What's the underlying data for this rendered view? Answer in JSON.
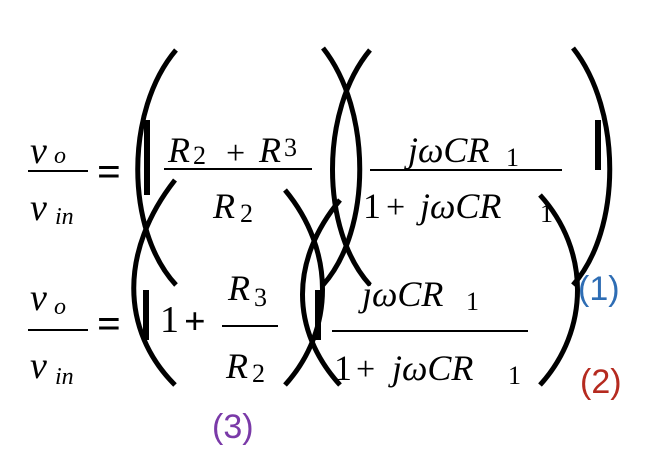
{
  "eq1": {
    "lhs_num_v": "v",
    "lhs_num_sub": "o",
    "lhs_den_v": "v",
    "lhs_den_sub": "in",
    "equals": "=",
    "f1_num_a": "R",
    "f1_num_a_sub": "2",
    "f1_num_plus": "+",
    "f1_num_b": "R",
    "f1_num_b_sub": "3",
    "f1_den": "R",
    "f1_den_sub": "2",
    "f2_num": "jωCR",
    "f2_num_sub": "1",
    "f2_den_one": "1",
    "f2_den_plus": "+",
    "f2_den_term": "jωCR",
    "f2_den_sub": "1"
  },
  "eq2": {
    "lhs_num_v": "v",
    "lhs_num_sub": "o",
    "lhs_den_v": "v",
    "lhs_den_sub": "in",
    "equals": "=",
    "one": "1",
    "plus": "+",
    "f1_num": "R",
    "f1_num_sub": "3",
    "f1_den": "R",
    "f1_den_sub": "2",
    "f2_num": "jωCR",
    "f2_num_sub": "1",
    "f2_den_one": "1",
    "f2_den_plus": "+",
    "f2_den_term": "jωCR",
    "f2_den_sub": "1"
  },
  "labels": {
    "label1": "(1)",
    "label2": "(2)",
    "label3": "(3)",
    "color1": "#2e6db4",
    "color2": "#b52a1f",
    "color3": "#7a3aa8"
  }
}
